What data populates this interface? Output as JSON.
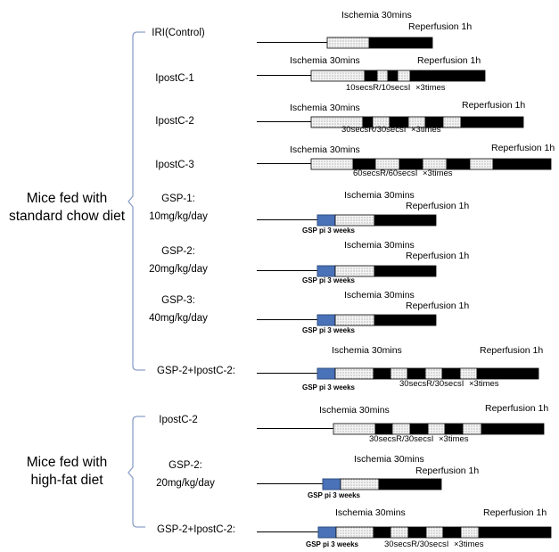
{
  "diagram": {
    "groups": [
      {
        "lines": [
          "Mice fed with",
          "standard chow diet"
        ]
      },
      {
        "lines": [
          "Mice fed with",
          "high-fat diet"
        ]
      }
    ],
    "rows": [
      {
        "label": [
          "IRI(Control)"
        ],
        "ischemia_text": "Ischemia 30mins",
        "reperfusion_text": "Reperfusion 1h",
        "gsp_text": "",
        "times_text": "",
        "times_mark": ""
      },
      {
        "label": [
          "IpostC-1"
        ],
        "ischemia_text": "Ischemia 30mins",
        "reperfusion_text": "Reperfusion 1h",
        "gsp_text": "",
        "times_text": "10secsR/10secsI",
        "times_mark": "×3times"
      },
      {
        "label": [
          "IpostC-2"
        ],
        "ischemia_text": "Ischemia 30mins",
        "reperfusion_text": "Reperfusion 1h",
        "gsp_text": "",
        "times_text": "30secsR/30secsI",
        "times_mark": "×3times"
      },
      {
        "label": [
          "IpostC-3"
        ],
        "ischemia_text": "Ischemia 30mins",
        "reperfusion_text": "Reperfusion 1h",
        "gsp_text": "",
        "times_text": "60secsR/60secsI",
        "times_mark": "×3times"
      },
      {
        "label": [
          "GSP-1:",
          "10mg/kg/day"
        ],
        "ischemia_text": "Ischemia 30mins",
        "reperfusion_text": "Reperfusion 1h",
        "gsp_text": "GSP pi 3 weeks",
        "times_text": "",
        "times_mark": ""
      },
      {
        "label": [
          "GSP-2:",
          "20mg/kg/day"
        ],
        "ischemia_text": "Ischemia 30mins",
        "reperfusion_text": "Reperfusion 1h",
        "gsp_text": "GSP pi 3 weeks",
        "times_text": "",
        "times_mark": ""
      },
      {
        "label": [
          "GSP-3:",
          "40mg/kg/day"
        ],
        "ischemia_text": "Ischemia 30mins",
        "reperfusion_text": "Reperfusion 1h",
        "gsp_text": "GSP pi 3 weeks",
        "times_text": "",
        "times_mark": ""
      },
      {
        "label": [
          "GSP-2+IpostC-2:"
        ],
        "ischemia_text": "Ischemia 30mins",
        "reperfusion_text": "Reperfusion 1h",
        "gsp_text": "GSP pi 3 weeks",
        "times_text": "30secsR/30secsI",
        "times_mark": "×3times"
      },
      {
        "label": [
          "IpostC-2"
        ],
        "ischemia_text": "Ischemia 30mins",
        "reperfusion_text": "Reperfusion 1h",
        "gsp_text": "",
        "times_text": "30secsR/30secsI",
        "times_mark": "×3times"
      },
      {
        "label": [
          "GSP-2:",
          "20mg/kg/day"
        ],
        "ischemia_text": "Ischemia 30mins",
        "reperfusion_text": "Reperfusion 1h",
        "gsp_text": "GSP pi 3 weeks",
        "times_text": "",
        "times_mark": ""
      },
      {
        "label": [
          "GSP-2+IpostC-2:"
        ],
        "ischemia_text": "Ischemia 30mins",
        "reperfusion_text": "Reperfusion 1h",
        "gsp_text": "GSP pi 3 weeks",
        "times_text": "30secsR/30secsI",
        "times_mark": "×3times"
      }
    ],
    "colors": {
      "gsp_box": "#4a72b8",
      "gsp_box_border": "#2f4f7f",
      "bracket": "#8ca0c8",
      "reperfusion_bar": "#000000",
      "ischemia_bar": "#f0f0f0"
    }
  }
}
